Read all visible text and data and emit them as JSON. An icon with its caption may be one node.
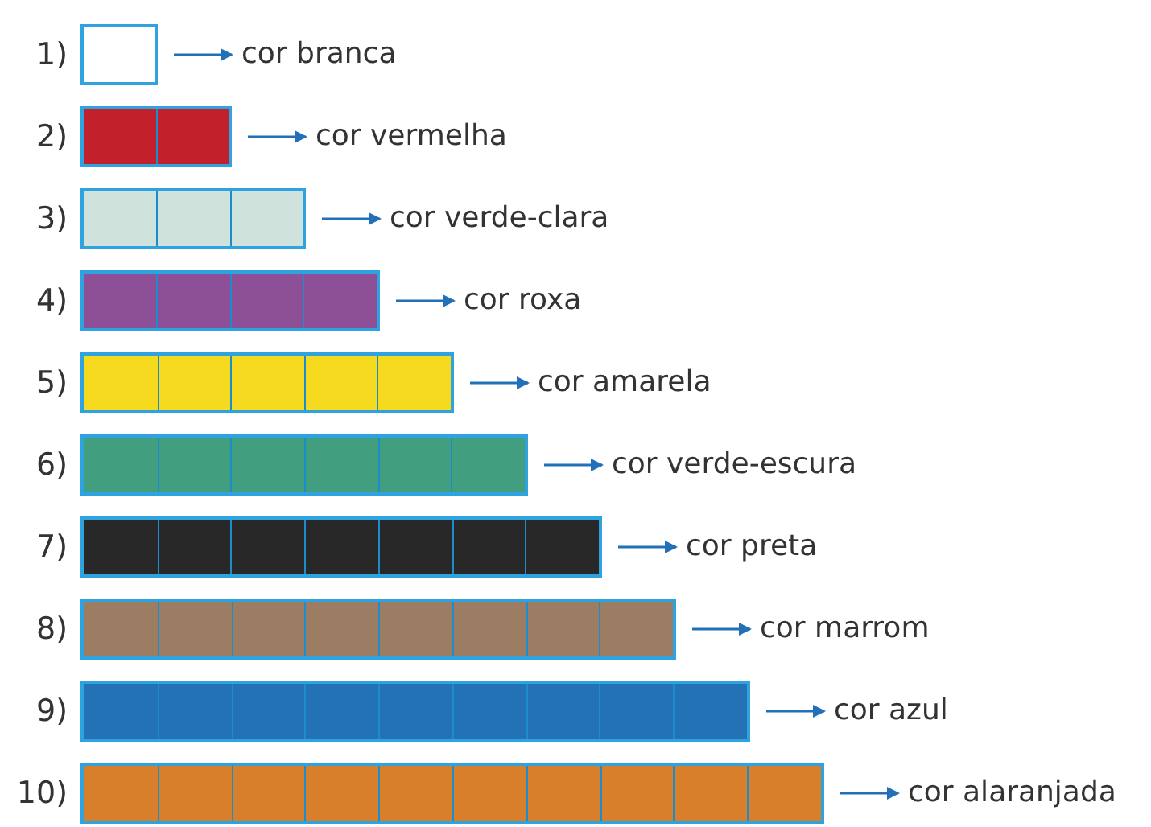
{
  "diagram": {
    "nodes": [
      {
        "text": [],
        "shape": "bar"
      },
      {
        "text": [
          "cor branca"
        ]
      },
      {
        "text": [],
        "shape": "bar"
      },
      {
        "text": [
          "cor vermelha"
        ]
      },
      {
        "text": [],
        "shape": "bar"
      },
      {
        "text": [
          "cor verde-clara"
        ]
      },
      {
        "text": [],
        "shape": "bar"
      },
      {
        "text": [
          "cor roxa"
        ]
      },
      {
        "text": [],
        "shape": "bar"
      },
      {
        "text": [
          "cor amarela"
        ]
      },
      {
        "text": [],
        "shape": "bar"
      },
      {
        "text": [
          "cor verde-escura"
        ]
      },
      {
        "text": [],
        "shape": "bar"
      },
      {
        "text": [
          "cor preta"
        ]
      },
      {
        "text": [],
        "shape": "bar"
      },
      {
        "text": [
          "cor marrom"
        ]
      },
      {
        "text": [],
        "shape": "bar"
      },
      {
        "text": [
          "cor azul"
        ]
      },
      {
        "text": [],
        "shape": "bar"
      },
      {
        "text": [
          "cor alaranjada"
        ]
      }
    ],
    "edges": [
      {
        "from": 0,
        "to": 1,
        "arrow": "to"
      },
      {
        "from": 2,
        "to": 3,
        "arrow": "to"
      },
      {
        "from": 4,
        "to": 5,
        "arrow": "to"
      },
      {
        "from": 6,
        "to": 7,
        "arrow": "to"
      },
      {
        "from": 8,
        "to": 9,
        "arrow": "to"
      },
      {
        "from": 10,
        "to": 11,
        "arrow": "to"
      },
      {
        "from": 12,
        "to": 13,
        "arrow": "to"
      },
      {
        "from": 14,
        "to": 15,
        "arrow": "to"
      },
      {
        "from": 16,
        "to": 17,
        "arrow": "to"
      },
      {
        "from": 18,
        "to": 19,
        "arrow": "to"
      }
    ],
    "labels": [
      "1)",
      "2)",
      "3)",
      "4)",
      "5)",
      "6)",
      "7)",
      "8)",
      "9)",
      "10)"
    ]
  }
}
